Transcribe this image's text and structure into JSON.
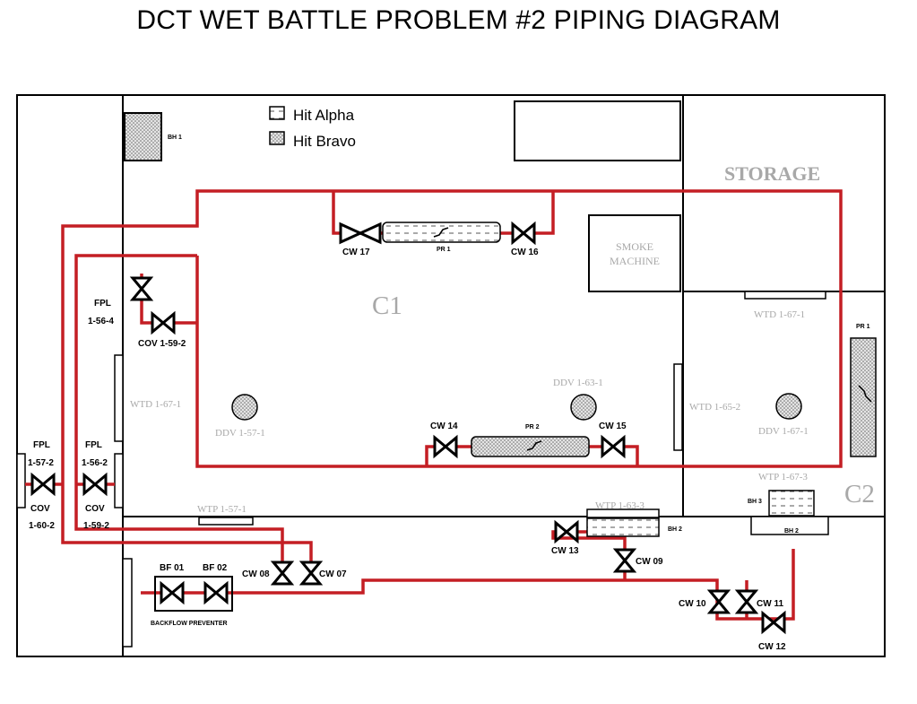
{
  "title": "DCT WET BATTLE PROBLEM #2 PIPING DIAGRAM",
  "colors": {
    "pipe": "#c41e24",
    "wall": "#000000",
    "ghost_text": "#a8a8a8",
    "hatch_fill": "#cfcfcf"
  },
  "legend": {
    "alpha_label": "Hit Alpha",
    "bravo_label": "Hit Bravo"
  },
  "compartments": {
    "c1": "C1",
    "c2": "C2",
    "storage": "STORAGE"
  },
  "equipment": {
    "smoke_machine_line1": "SMOKE",
    "smoke_machine_line2": "MACHINE",
    "backflow_preventer": "BACKFLOW PREVENTER"
  },
  "valves": {
    "cw17": "CW 17",
    "cw16": "CW 16",
    "cw14": "CW 14",
    "cw15": "CW 15",
    "cw13": "CW 13",
    "cw09": "CW 09",
    "cw08": "CW 08",
    "cw07": "CW 07",
    "cw10": "CW 10",
    "cw11": "CW 11",
    "cw12": "CW 12",
    "bf01": "BF 01",
    "bf02": "BF 02",
    "cov_1_59_2": "COV 1-59-2"
  },
  "plugs": {
    "pr1_top": "PR 1",
    "pr2": "PR 2",
    "pr1_right": "PR 1",
    "bh1": "BH 1",
    "bh2_top": "BH 2",
    "bh2_bottom": "BH 2",
    "bh3": "BH 3"
  },
  "stations": {
    "fpl_a": "FPL",
    "fpl_a_num": "1-56-4",
    "fpl_b": "FPL",
    "fpl_b_num": "1-57-2",
    "fpl_c": "FPL",
    "fpl_c_num": "1-56-2",
    "cov_b": "COV",
    "cov_b_num": "1-60-2",
    "cov_c": "COV",
    "cov_c_num": "1-59-2"
  },
  "ghost_labels": {
    "wtd_1_67_1_left": "WTD 1-67-1",
    "ddv_1_57_1": "DDV 1-57-1",
    "wtp_1_57_1": "WTP 1-57-1",
    "ddv_1_63_1": "DDV 1-63-1",
    "wtp_1_63_3": "WTP 1-63-3",
    "wtd_1_67_1_top": "WTD 1-67-1",
    "wtd_1_65_2": "WTD 1-65-2",
    "ddv_1_67_1": "DDV 1-67-1",
    "wtp_1_67_3": "WTP 1-67-3"
  }
}
